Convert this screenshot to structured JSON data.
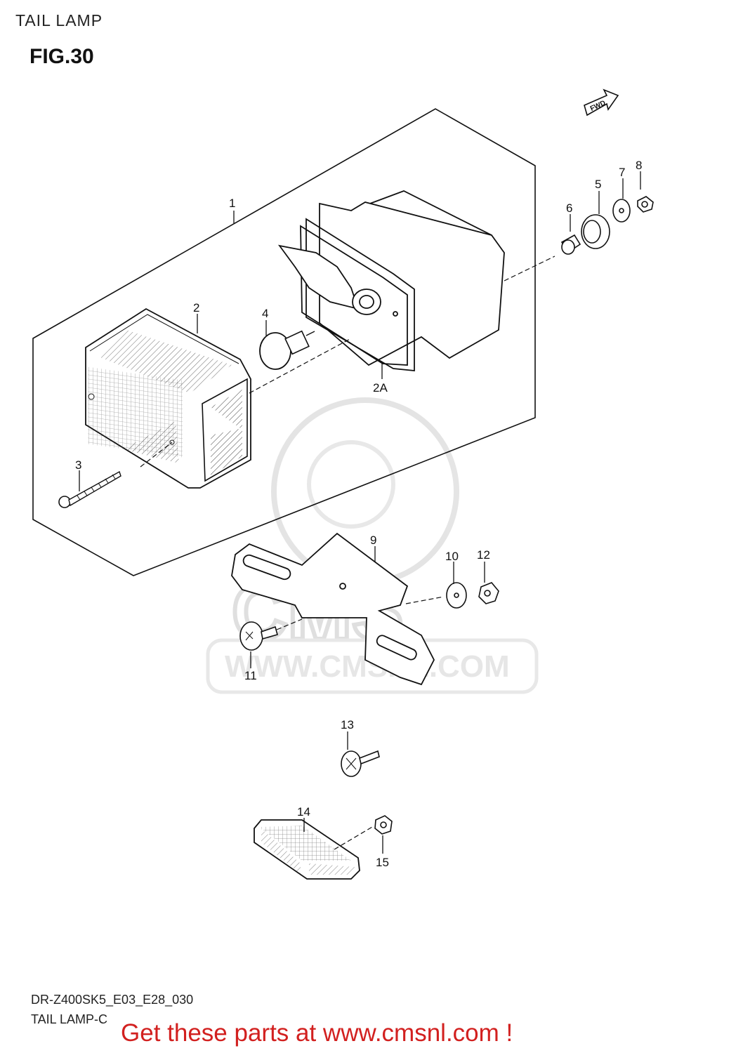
{
  "header": {
    "title": "TAIL LAMP",
    "figure": "FIG.30"
  },
  "fwd_indicator": "FWD",
  "callouts": [
    {
      "id": "c1",
      "label": "1"
    },
    {
      "id": "c2",
      "label": "2"
    },
    {
      "id": "c2a",
      "label": "2A"
    },
    {
      "id": "c3",
      "label": "3"
    },
    {
      "id": "c4",
      "label": "4"
    },
    {
      "id": "c5",
      "label": "5"
    },
    {
      "id": "c6",
      "label": "6"
    },
    {
      "id": "c7",
      "label": "7"
    },
    {
      "id": "c8",
      "label": "8"
    },
    {
      "id": "c9",
      "label": "9"
    },
    {
      "id": "c10",
      "label": "10"
    },
    {
      "id": "c11",
      "label": "11"
    },
    {
      "id": "c12",
      "label": "12"
    },
    {
      "id": "c13",
      "label": "13"
    },
    {
      "id": "c14",
      "label": "14"
    },
    {
      "id": "c15",
      "label": "15"
    }
  ],
  "watermark": {
    "logo": "CMS",
    "url": "WWW.CMSNL.COM"
  },
  "footer": {
    "model_code": "DR-Z400SK5_E03_E28_030",
    "section_name": "TAIL LAMP-C",
    "cta": "Get these parts at www.cmsnl.com !"
  },
  "colors": {
    "cta": "#d2201f",
    "line": "#111111",
    "watermark": "#e0e0e0"
  }
}
